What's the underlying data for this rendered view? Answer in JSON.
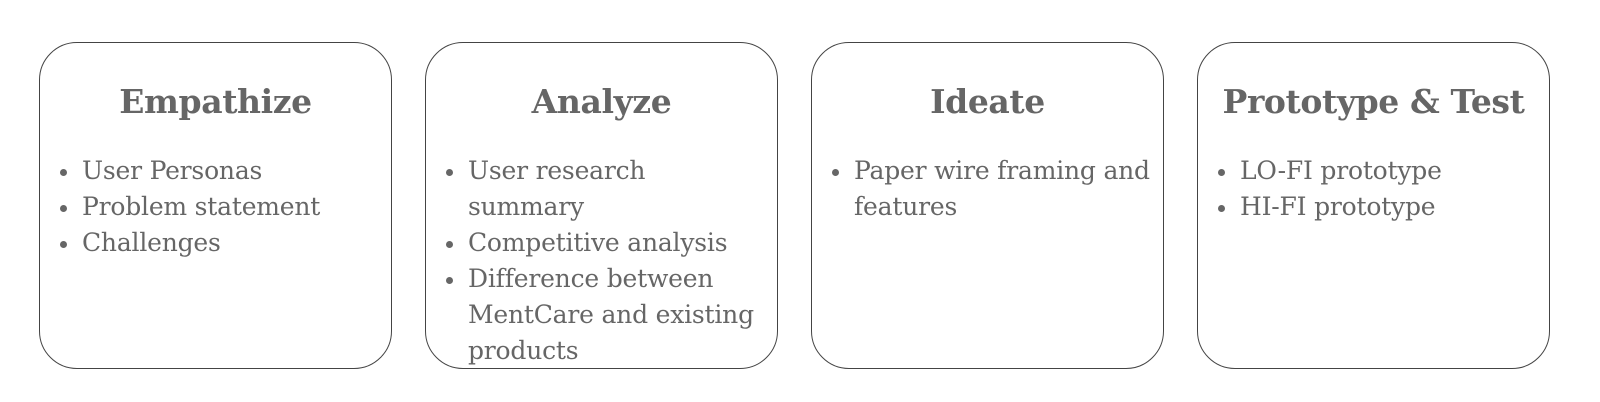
{
  "stages": [
    {
      "title": "Empathize",
      "items": [
        "User Personas",
        "Problem statement",
        "Challenges"
      ]
    },
    {
      "title": "Analyze",
      "items": [
        "User research summary",
        "Competitive analysis",
        "Difference between MentCare and existing products"
      ]
    },
    {
      "title": "Ideate",
      "items": [
        "Paper wire framing and features"
      ]
    },
    {
      "title": "Prototype & Test",
      "items": [
        "LO-FI prototype",
        "HI-FI prototype"
      ]
    }
  ]
}
